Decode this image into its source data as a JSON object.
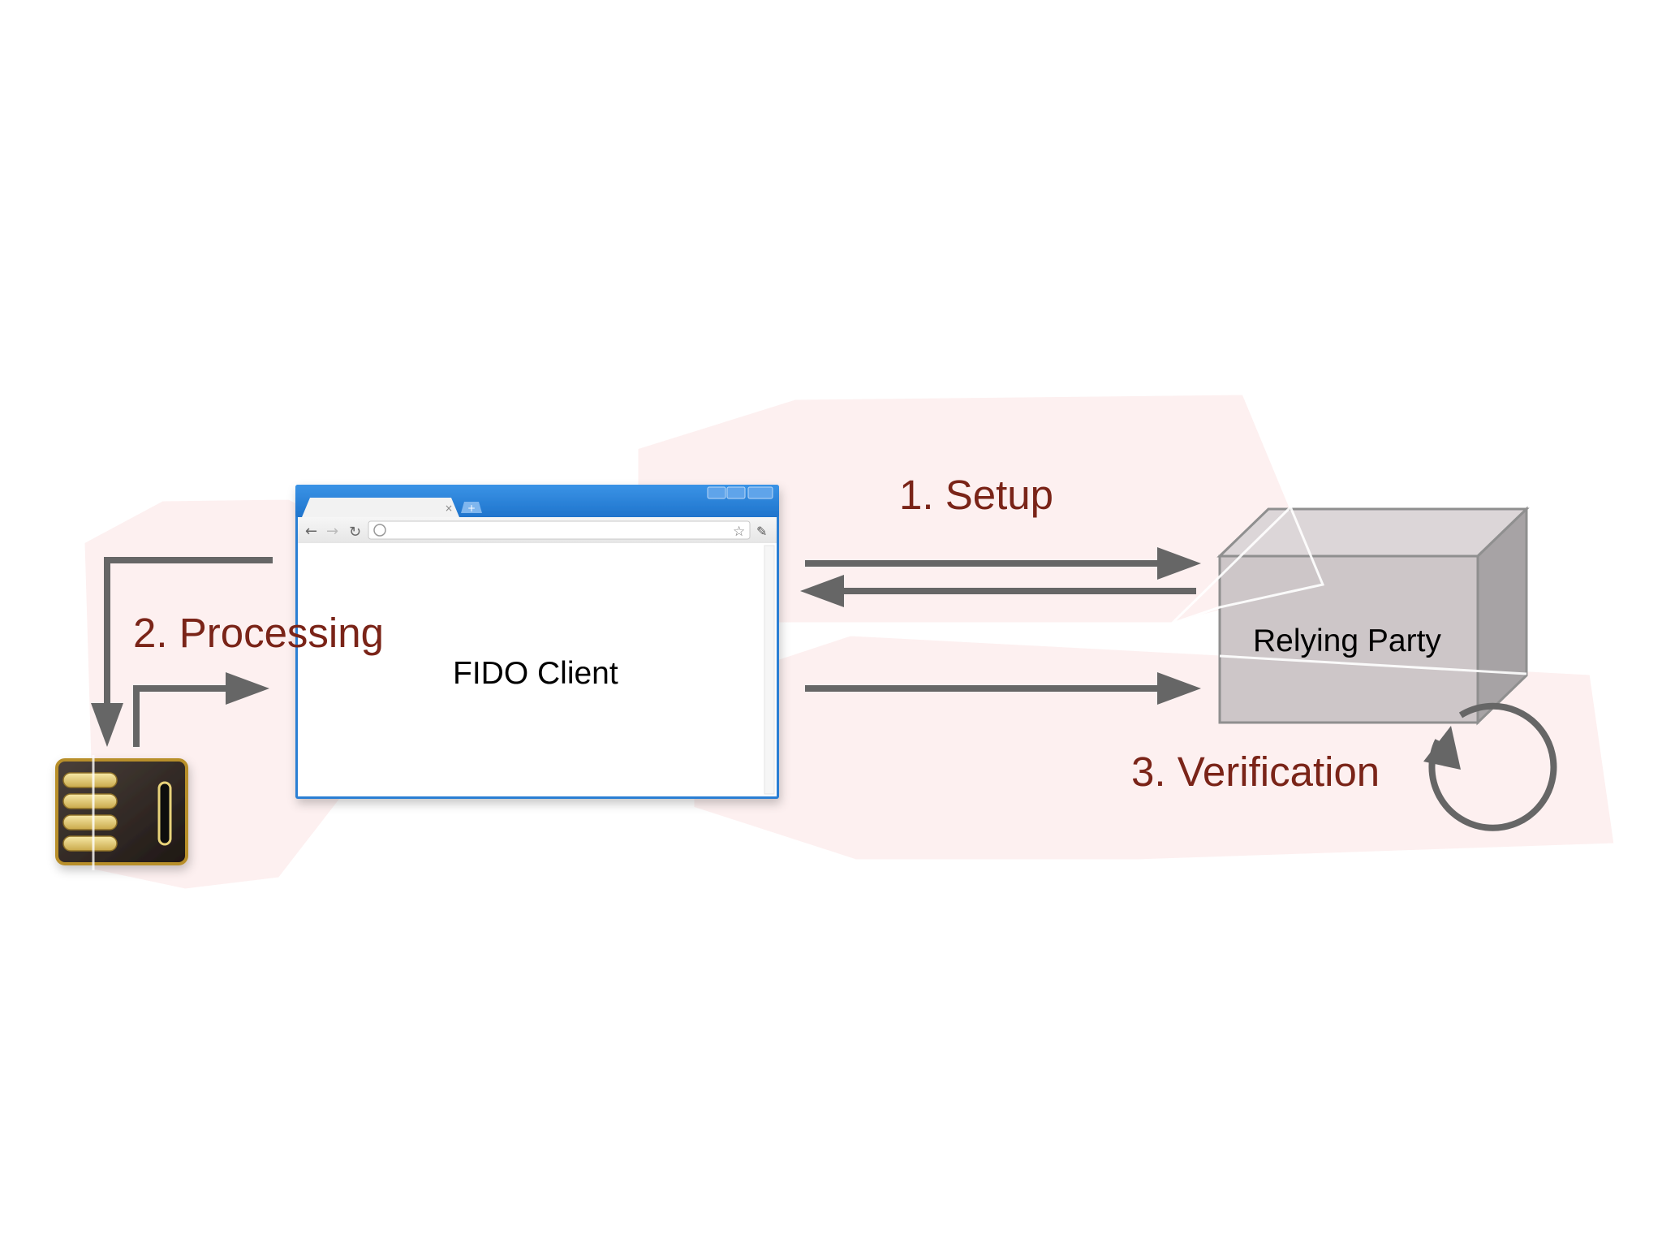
{
  "nodes": {
    "client": {
      "label": "FIDO Client"
    },
    "relying_party": {
      "label": "Relying Party"
    }
  },
  "steps": {
    "setup": {
      "label": "1. Setup"
    },
    "processing": {
      "label": "2. Processing"
    },
    "verification": {
      "label": "3. Verification"
    }
  },
  "colors": {
    "step_text": "#7a2418",
    "arrow": "#666666",
    "highlight_fill": "#fdf0f0",
    "browser_frame": "#2a7fd4",
    "box_front": "#cdc6c8",
    "box_top": "#dcd6d8",
    "box_side": "#a7a3a5"
  },
  "icons": {
    "authenticator": "usb-security-key-icon",
    "client": "browser-window-icon",
    "server": "server-box-icon",
    "loop": "circular-arrow-icon"
  }
}
